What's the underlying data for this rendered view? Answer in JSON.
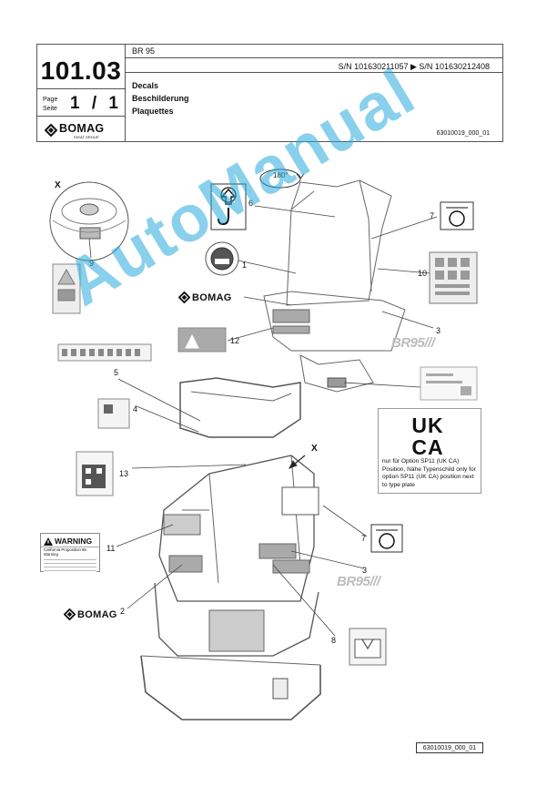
{
  "header": {
    "page_number": "101.03",
    "page_label": "Page\nSeite",
    "page_fraction": "1 / 1",
    "brand": "BOMAG",
    "brand_group": "FAYAT GROUP",
    "model": "BR 95",
    "serial_range": "S/N 101630211057  ▶  S/N 101630212408",
    "title_en": "Decals",
    "title_de": "Beschilderung",
    "title_fr": "Plaquettes",
    "doc_code": "63010019_000_01"
  },
  "figure": {
    "figure_id": "63010019_000_01",
    "view_marker_top": "X",
    "view_marker_mid": "X",
    "rotation_label": "180°",
    "callouts": [
      "1",
      "2",
      "3",
      "3",
      "4",
      "5",
      "6",
      "7",
      "7",
      "8",
      "9",
      "10",
      "11",
      "12",
      "13"
    ],
    "br_logo_text": "BR",
    "br_logo_model": "95",
    "ukca": {
      "mark_line1": "UK",
      "mark_line2": "CA",
      "text": "nur für Option SP11 (UK CA) Position, Nähe Typenschild only for option SP11 (UK CA) position next to type plate"
    },
    "warning_label": "WARNING",
    "warning_subtitle": "California Proposition 65 Warning",
    "bomag_decal": "BOMAG"
  },
  "watermark": "AutoManual"
}
